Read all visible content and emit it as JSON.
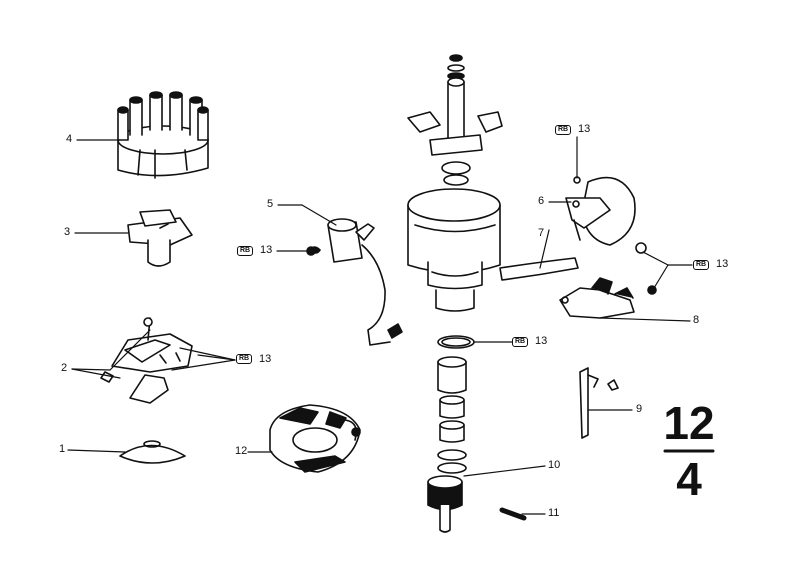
{
  "parts": {
    "p1": "1",
    "p2": "2",
    "p3": "3",
    "p4": "4",
    "p5": "5",
    "p6": "6",
    "p7": "7",
    "p8": "8",
    "p9": "9",
    "p10": "10",
    "p11": "11",
    "p12": "12",
    "p13": "13"
  },
  "ref_tag": "RB",
  "group": {
    "numerator": "12",
    "denominator": "4"
  }
}
